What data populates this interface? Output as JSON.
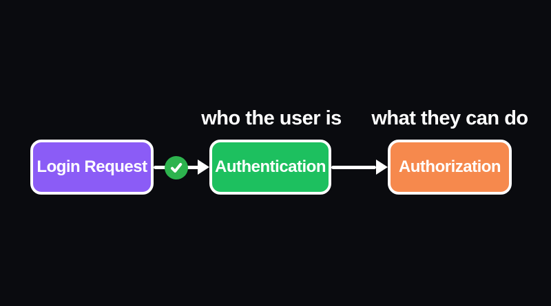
{
  "canvas": {
    "background": "#0a0b0f",
    "arrow_color": "#ffffff",
    "border_color": "#ffffff",
    "text_color": "#ffffff"
  },
  "diagram": {
    "annotations": [
      {
        "for": "authentication",
        "text": "who the user is"
      },
      {
        "for": "authorization",
        "text": "what they can do"
      }
    ],
    "nodes": [
      {
        "id": "login-request",
        "label": "Login Request",
        "color": "#8b5cf6"
      },
      {
        "id": "authentication",
        "label": "Authentication",
        "color": "#1dc05f"
      },
      {
        "id": "authorization",
        "label": "Authorization",
        "color": "#f6894d"
      }
    ],
    "connectors": [
      {
        "from": "login-request",
        "to": "authentication",
        "badge": "check-icon",
        "badge_color": "#2db34e"
      },
      {
        "from": "authentication",
        "to": "authorization"
      }
    ]
  }
}
